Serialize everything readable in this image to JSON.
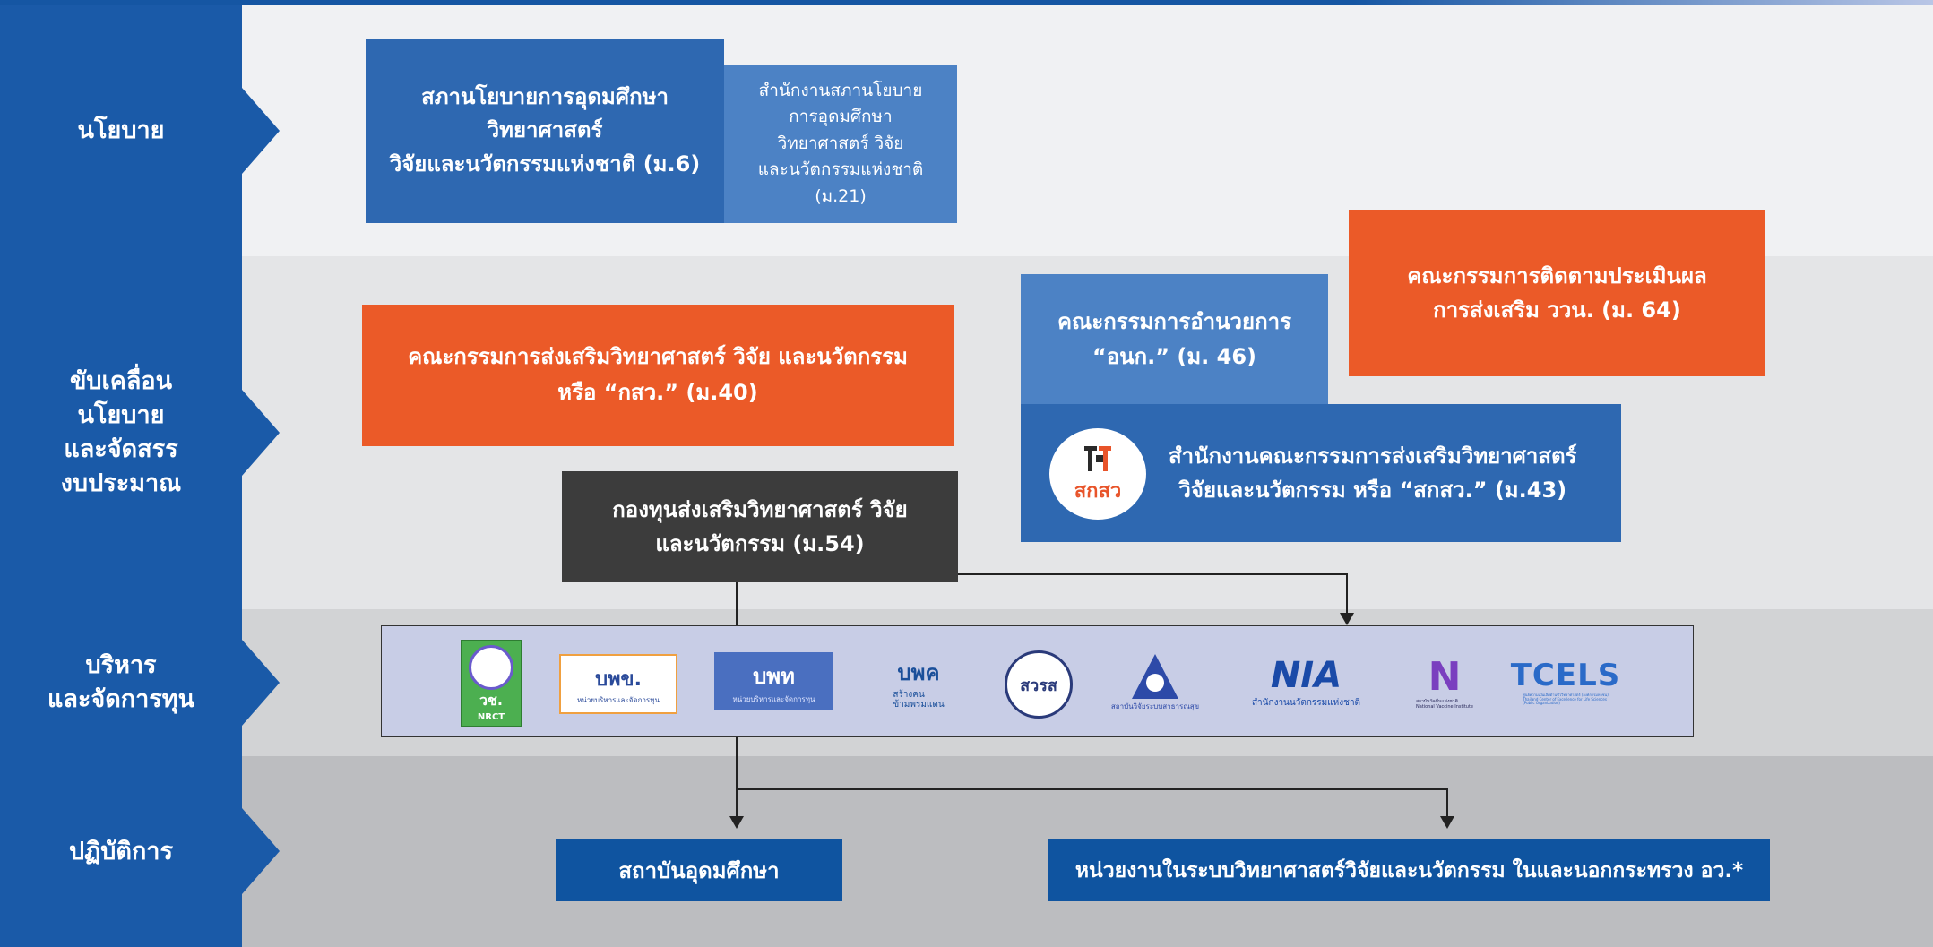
{
  "bands": [
    {
      "label": "นโยบาย"
    },
    {
      "label": "ขับเคลื่อน\nนโยบาย\nและจัดสรร\nงบประมาณ"
    },
    {
      "label": "บริหาร\nและจัดการทุน"
    },
    {
      "label": "ปฏิบัติการ"
    }
  ],
  "colors": {
    "tab": "#1a5aa8",
    "band1": "#f0f1f3",
    "band2": "#e4e5e7",
    "band3": "#d2d3d5",
    "band4": "#bcbdc0",
    "blue_dark": "#2e68b1",
    "blue_light": "#4c82c5",
    "orange": "#eb5a28",
    "charcoal": "#3c3c3c",
    "navy": "#0f54a0",
    "fund_bg": "#c8cde6"
  },
  "policy": {
    "main": "สภานโยบายการอุดมศึกษา\nวิทยาศาสตร์\nวิจัยและนวัตกรรมแห่งชาติ (ม.6)",
    "office": "สำนักงานสภานโยบาย\nการอุดมศึกษา\nวิทยาศาสตร์ วิจัย\nและนวัตกรรมแห่งชาติ\n(ม.21)"
  },
  "drive": {
    "ksw": "คณะกรรมการส่งเสริมวิทยาศาสตร์  วิจัย และนวัตกรรม\nหรือ “กสว.” (ม.40)",
    "fund": "กองทุนส่งเสริมวิทยาศาสตร์ วิจัย\nและนวัตกรรม (ม.54)",
    "admin_committee": "คณะกรรมการอำนวยการ\n“อนก.” (ม. 46)",
    "monitor": "คณะกรรมการติดตามประเมินผล\nการส่งเสริม ววน. (ม. 64)",
    "tsri": "สำนักงานคณะกรรมการส่งเสริมวิทยาศาสตร์\nวิจัยและนวัตกรรม หรือ “สกสว.” (ม.43)",
    "tsri_logo_text": "สกสว"
  },
  "funds": {
    "logos": [
      {
        "name": "nrct",
        "text": "วช.",
        "sub": "NRCT"
      },
      {
        "name": "pmu-c",
        "text": "บพข.",
        "sub": "หน่วยบริหารและจัดการทุน"
      },
      {
        "name": "pmu-b",
        "text": "บพท",
        "sub": "หน่วยบริหารและจัดการทุน"
      },
      {
        "name": "pmu-a",
        "text": "บพค",
        "sub": "สร้างคน\nข้ามพรมแดน"
      },
      {
        "name": "hsri",
        "text": "สวรส"
      },
      {
        "name": "hsri2",
        "text": "",
        "sub": "สถาบันวิจัยระบบสาธารณสุข"
      },
      {
        "name": "nia",
        "text": "NIA",
        "sub": "สำนักงานนวัตกรรมแห่งชาติ"
      },
      {
        "name": "nvi",
        "text": "N",
        "sub": "สถาบันวัคซีนแห่งชาติ\nNational Vaccine Institute"
      },
      {
        "name": "tcels",
        "text": "TCELS",
        "sub": "ศูนย์ความเป็นเลิศด้านชีววิทยาศาสตร์ (องค์การมหาชน)\nThailand Center of Excellence for Life Sciences\n(Public Organization)"
      }
    ]
  },
  "ops": {
    "uni": "สถาบันอุดมศึกษา",
    "units": "หน่วยงานในระบบวิทยาศาสตร์วิจัยและนวัตกรรม ในและนอกกระทรวง อว.*"
  }
}
